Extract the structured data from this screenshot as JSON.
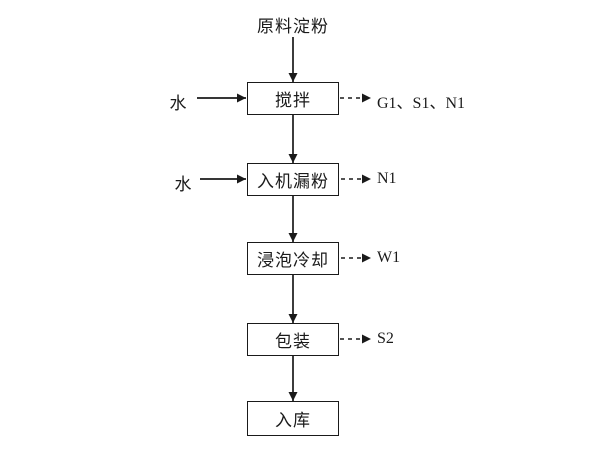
{
  "flow": {
    "source": {
      "label": "原料淀粉"
    },
    "inputs": [
      {
        "label": "水",
        "target_step": "搅拌"
      },
      {
        "label": "水",
        "target_step": "入机漏粉"
      }
    ],
    "steps": [
      {
        "label": "搅拌",
        "emission": "G1、S1、N1"
      },
      {
        "label": "入机漏粉",
        "emission": "N1"
      },
      {
        "label": "浸泡冷却",
        "emission": "W1"
      },
      {
        "label": "包装",
        "emission": "S2"
      },
      {
        "label": "入库"
      }
    ],
    "colors": {
      "line": "#1a1a1a",
      "text": "#1a1a1a",
      "background": "#ffffff"
    }
  }
}
